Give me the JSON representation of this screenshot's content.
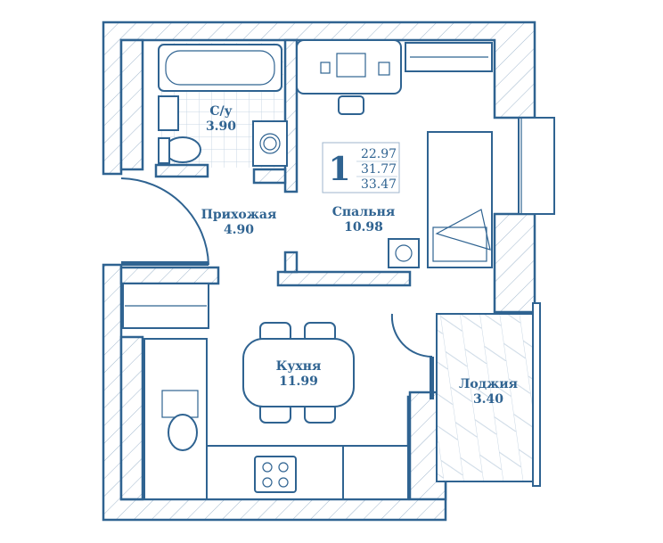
{
  "plan": {
    "rooms_count": "1",
    "areas": {
      "living": "22.97",
      "total": "31.77",
      "total_with_loggia": "33.47"
    },
    "rooms": [
      {
        "name": "С/у",
        "area": "3.90"
      },
      {
        "name": "Прихожая",
        "area": "4.90"
      },
      {
        "name": "Спальня",
        "area": "10.98"
      },
      {
        "name": "Кухня",
        "area": "11.99"
      },
      {
        "name": "Лоджия",
        "area": "3.40"
      }
    ],
    "color": "#2f6391"
  }
}
